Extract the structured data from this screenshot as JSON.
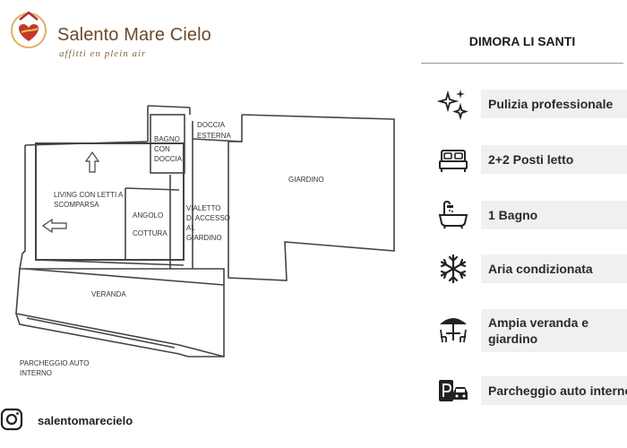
{
  "logo": {
    "brand": "Salento Mare Cielo",
    "tagline": "affitti en plein air"
  },
  "header": {
    "title": "DIMORA LI SANTI"
  },
  "plan": {
    "labels": {
      "doccia_esterna_1": "DOCCIA",
      "doccia_esterna_2": "ESTERNA",
      "bagno_1": "BAGNO",
      "bagno_2": "CON",
      "bagno_3": "DOCCIA",
      "giardino": "GIARDINO",
      "living_1": "LIVING CON LETTI A",
      "living_2": "SCOMPARSA",
      "angolo_1": "ANGOLO",
      "angolo_2": "COTTURA",
      "vialetto_1": "VIALETTO",
      "vialetto_2": "DI ACCESSO",
      "vialetto_3": "AL",
      "vialetto_4": "GIARDINO",
      "veranda": "VERANDA",
      "parcheggio_1": "PARCHEGGIO AUTO",
      "parcheggio_2": "INTERNO"
    }
  },
  "features": [
    {
      "icon": "sparkles-icon",
      "label": "Pulizia  professionale"
    },
    {
      "icon": "bed-icon",
      "label": "2+2 Posti letto"
    },
    {
      "icon": "bathtub-icon",
      "label": "1 Bagno"
    },
    {
      "icon": "snowflake-icon",
      "label": "Aria condizionata"
    },
    {
      "icon": "umbrella-table-icon",
      "label": "Ampia  veranda e",
      "label2": "giardino"
    },
    {
      "icon": "parking-car-icon",
      "label": "Parcheggio auto interno"
    }
  ],
  "social": {
    "icon": "instagram-icon",
    "handle": "salentomarecielo"
  }
}
